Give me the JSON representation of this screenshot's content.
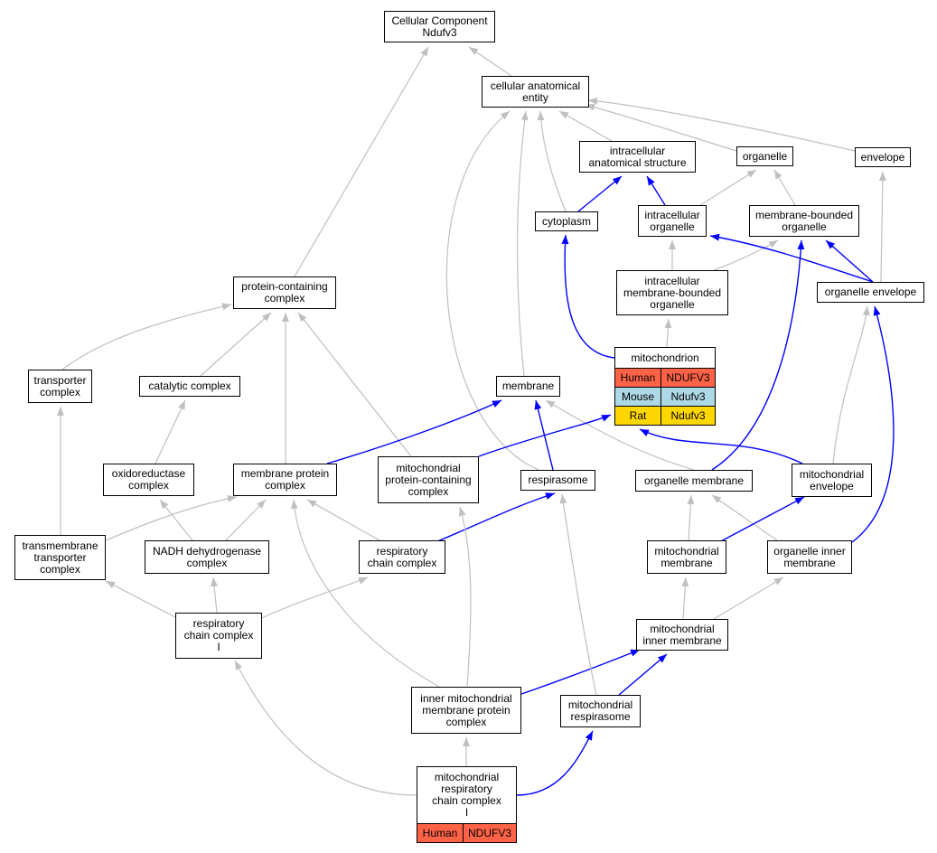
{
  "graph": {
    "nodes": {
      "root": "Cellular Component\nNdufv3",
      "cae": "cellular anatomical\nentity",
      "ias": "intracellular\nanatomical structure",
      "organelle": "organelle",
      "envelope": "envelope",
      "cytoplasm": "cytoplasm",
      "io": "intracellular\norganelle",
      "mbo": "membrane-bounded\norganelle",
      "imbo": "intracellular\nmembrane-bounded\norganelle",
      "oe": "organelle envelope",
      "pcc": "protein-containing\ncomplex",
      "mito": "mitochondrion",
      "tc": "transporter\ncomplex",
      "cc": "catalytic complex",
      "membrane": "membrane",
      "oxc": "oxidoreductase\ncomplex",
      "mpc": "membrane protein\ncomplex",
      "mpcc": "mitochondrial\nprotein-containing\ncomplex",
      "resp": "respirasome",
      "om": "organelle membrane",
      "me": "mitochondrial\nenvelope",
      "ttc": "transmembrane\ntransporter\ncomplex",
      "nadh": "NADH dehydrogenase\ncomplex",
      "rcc": "respiratory\nchain complex",
      "mm": "mitochondrial\nmembrane",
      "oim": "organelle inner\nmembrane",
      "rcc1": "respiratory\nchain complex\nI",
      "mim": "mitochondrial\ninner membrane",
      "impc": "inner mitochondrial\nmembrane protein\ncomplex",
      "mr": "mitochondrial\nrespirasome",
      "mrcc1": "mitochondrial\nrespiratory\nchain complex\nI"
    },
    "species_tables": {
      "mito": [
        {
          "species": "Human",
          "gene": "NDUFV3"
        },
        {
          "species": "Mouse",
          "gene": "Ndufv3"
        },
        {
          "species": "Rat",
          "gene": "Ndufv3"
        }
      ],
      "mrcc1": [
        {
          "species": "Human",
          "gene": "NDUFV3"
        }
      ]
    },
    "colors": {
      "is_a_edge": "#c0c0c0",
      "part_of_edge": "#0000ff",
      "human": "#ff6347",
      "mouse": "#add8e6",
      "rat": "#ffd700"
    },
    "edges": [
      {
        "from": "cae",
        "to": "root",
        "type": "is_a"
      },
      {
        "from": "pcc",
        "to": "root",
        "type": "is_a"
      },
      {
        "from": "ias",
        "to": "cae",
        "type": "is_a"
      },
      {
        "from": "organelle",
        "to": "cae",
        "type": "is_a"
      },
      {
        "from": "envelope",
        "to": "cae",
        "type": "is_a"
      },
      {
        "from": "cytoplasm",
        "to": "cae",
        "type": "is_a"
      },
      {
        "from": "membrane",
        "to": "cae",
        "type": "is_a"
      },
      {
        "from": "resp",
        "to": "cae",
        "type": "is_a"
      },
      {
        "from": "cytoplasm",
        "to": "ias",
        "type": "part_of"
      },
      {
        "from": "io",
        "to": "ias",
        "type": "part_of"
      },
      {
        "from": "io",
        "to": "organelle",
        "type": "is_a"
      },
      {
        "from": "mbo",
        "to": "organelle",
        "type": "is_a"
      },
      {
        "from": "oe",
        "to": "envelope",
        "type": "is_a"
      },
      {
        "from": "imbo",
        "to": "io",
        "type": "is_a"
      },
      {
        "from": "imbo",
        "to": "mbo",
        "type": "is_a"
      },
      {
        "from": "oe",
        "to": "io",
        "type": "part_of"
      },
      {
        "from": "oe",
        "to": "mbo",
        "type": "part_of"
      },
      {
        "from": "mito",
        "to": "imbo",
        "type": "is_a"
      },
      {
        "from": "mito",
        "to": "cytoplasm",
        "type": "part_of"
      },
      {
        "from": "tc",
        "to": "pcc",
        "type": "is_a"
      },
      {
        "from": "cc",
        "to": "pcc",
        "type": "is_a"
      },
      {
        "from": "mpc",
        "to": "pcc",
        "type": "is_a"
      },
      {
        "from": "mpcc",
        "to": "pcc",
        "type": "is_a"
      },
      {
        "from": "oxc",
        "to": "cc",
        "type": "is_a"
      },
      {
        "from": "mpc",
        "to": "membrane",
        "type": "part_of"
      },
      {
        "from": "resp",
        "to": "membrane",
        "type": "part_of"
      },
      {
        "from": "om",
        "to": "membrane",
        "type": "is_a"
      },
      {
        "from": "mpcc",
        "to": "mito",
        "type": "part_of"
      },
      {
        "from": "me",
        "to": "mito",
        "type": "part_of"
      },
      {
        "from": "om",
        "to": "mbo",
        "type": "part_of"
      },
      {
        "from": "me",
        "to": "oe",
        "type": "is_a"
      },
      {
        "from": "oim",
        "to": "oe",
        "type": "part_of"
      },
      {
        "from": "ttc",
        "to": "tc",
        "type": "is_a"
      },
      {
        "from": "ttc",
        "to": "mpc",
        "type": "is_a"
      },
      {
        "from": "nadh",
        "to": "oxc",
        "type": "is_a"
      },
      {
        "from": "nadh",
        "to": "mpc",
        "type": "is_a"
      },
      {
        "from": "rcc",
        "to": "mpc",
        "type": "is_a"
      },
      {
        "from": "rcc",
        "to": "resp",
        "type": "part_of"
      },
      {
        "from": "mm",
        "to": "om",
        "type": "is_a"
      },
      {
        "from": "oim",
        "to": "om",
        "type": "is_a"
      },
      {
        "from": "mm",
        "to": "me",
        "type": "part_of"
      },
      {
        "from": "rcc1",
        "to": "ttc",
        "type": "is_a"
      },
      {
        "from": "rcc1",
        "to": "nadh",
        "type": "is_a"
      },
      {
        "from": "rcc1",
        "to": "rcc",
        "type": "is_a"
      },
      {
        "from": "mim",
        "to": "mm",
        "type": "is_a"
      },
      {
        "from": "mim",
        "to": "oim",
        "type": "is_a"
      },
      {
        "from": "impc",
        "to": "mpc",
        "type": "is_a"
      },
      {
        "from": "impc",
        "to": "mpcc",
        "type": "is_a"
      },
      {
        "from": "impc",
        "to": "mim",
        "type": "part_of"
      },
      {
        "from": "mr",
        "to": "resp",
        "type": "is_a"
      },
      {
        "from": "mr",
        "to": "mim",
        "type": "part_of"
      },
      {
        "from": "mrcc1",
        "to": "rcc1",
        "type": "is_a"
      },
      {
        "from": "mrcc1",
        "to": "impc",
        "type": "is_a"
      },
      {
        "from": "mrcc1",
        "to": "mr",
        "type": "part_of"
      }
    ]
  }
}
